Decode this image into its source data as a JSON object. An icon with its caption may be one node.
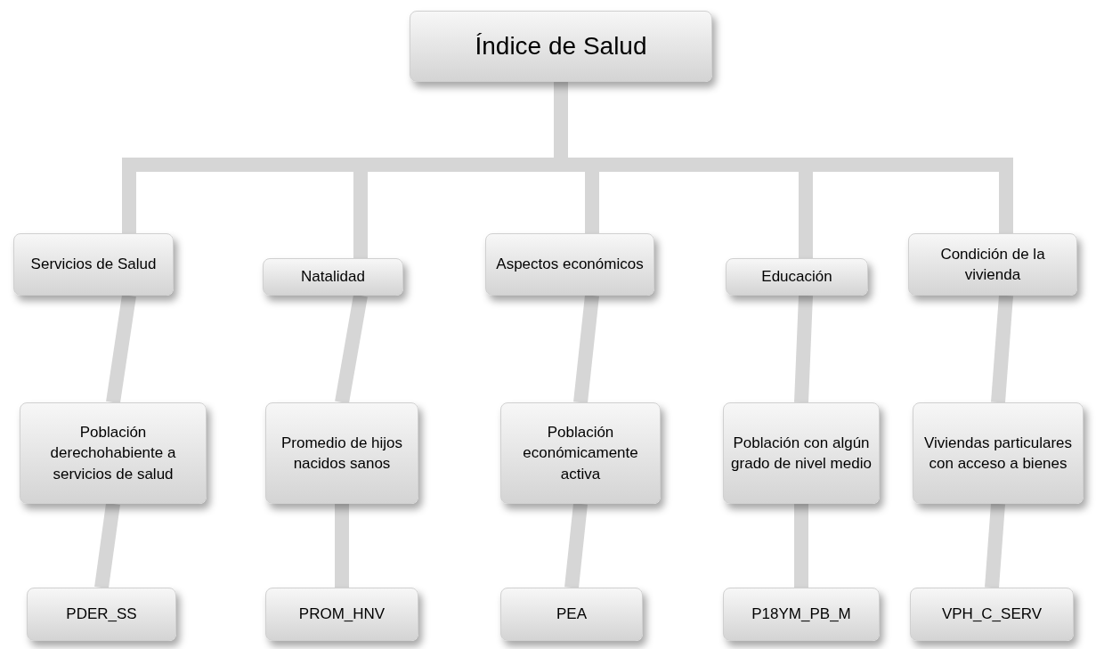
{
  "diagram": {
    "nodes": [
      {
        "text": [
          "Índice de Salud"
        ]
      },
      {
        "text": [
          "Servicios de Salud"
        ]
      },
      {
        "text": [
          "Natalidad"
        ]
      },
      {
        "text": [
          "Aspectos económicos"
        ]
      },
      {
        "text": [
          "Educación"
        ]
      },
      {
        "text": [
          "Condición de la vivienda"
        ]
      },
      {
        "text": [
          "Población derechohabiente a servicios de salud"
        ]
      },
      {
        "text": [
          "Promedio de hijos nacidos sanos"
        ]
      },
      {
        "text": [
          "Población económicamente activa"
        ]
      },
      {
        "text": [
          "Población con algún grado de nivel medio"
        ]
      },
      {
        "text": [
          "Viviendas particulares con acceso a bienes"
        ]
      },
      {
        "text": [
          "PDER_SS"
        ]
      },
      {
        "text": [
          "PROM_HNV"
        ]
      },
      {
        "text": [
          "PEA"
        ]
      },
      {
        "text": [
          "P18YM_PB_M"
        ]
      },
      {
        "text": [
          "VPH_C_SERV"
        ]
      }
    ],
    "edges": [
      {
        "from": 0,
        "to": 1,
        "arrow": "none"
      },
      {
        "from": 0,
        "to": 2,
        "arrow": "none"
      },
      {
        "from": 0,
        "to": 3,
        "arrow": "none"
      },
      {
        "from": 0,
        "to": 4,
        "arrow": "none"
      },
      {
        "from": 0,
        "to": 5,
        "arrow": "none"
      },
      {
        "from": 1,
        "to": 6,
        "arrow": "none"
      },
      {
        "from": 2,
        "to": 7,
        "arrow": "none"
      },
      {
        "from": 3,
        "to": 8,
        "arrow": "none"
      },
      {
        "from": 4,
        "to": 9,
        "arrow": "none"
      },
      {
        "from": 5,
        "to": 10,
        "arrow": "none"
      },
      {
        "from": 6,
        "to": 11,
        "arrow": "none"
      },
      {
        "from": 7,
        "to": 12,
        "arrow": "none"
      },
      {
        "from": 8,
        "to": 13,
        "arrow": "none"
      },
      {
        "from": 9,
        "to": 14,
        "arrow": "none"
      },
      {
        "from": 10,
        "to": 15,
        "arrow": "none"
      }
    ]
  }
}
